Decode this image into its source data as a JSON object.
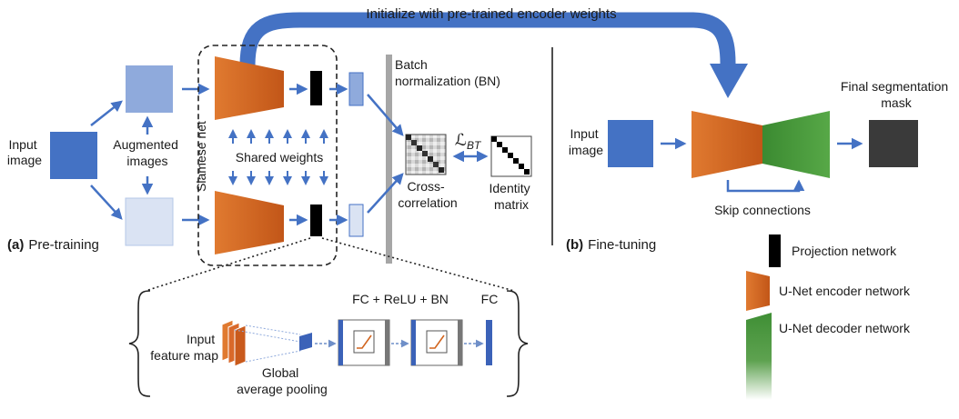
{
  "top_label": "Initialize with pre-trained encoder weights",
  "pretraining": {
    "input_image": [
      "Input",
      "image"
    ],
    "augmented_images": [
      "Augmented",
      "images"
    ],
    "siamese_net": "Siamese net",
    "shared_weights": "Shared weights",
    "batch_norm": [
      "Batch",
      "normalization (BN)"
    ],
    "loss_label": "ℒ",
    "loss_sub": "BT",
    "cross_correlation": [
      "Cross-",
      "correlation"
    ],
    "identity_matrix": [
      "Identity",
      "matrix"
    ],
    "panel_tag": "(a)",
    "panel_name": "Pre-training"
  },
  "projection_detail": {
    "input_feature_map": [
      "Input",
      "feature map"
    ],
    "global_pooling": [
      "Global",
      "average pooling"
    ],
    "fc_relu_bn": "FC + ReLU + BN",
    "fc": "FC"
  },
  "finetuning": {
    "input_image": [
      "Input",
      "image"
    ],
    "final_mask": [
      "Final segmentation",
      "mask"
    ],
    "skip_connections": "Skip connections",
    "panel_tag": "(b)",
    "panel_name": "Fine-tuning"
  },
  "legend": [
    {
      "label": "Projection network",
      "color": "#000000"
    },
    {
      "label": "U-Net encoder network",
      "color": "#d2651f"
    },
    {
      "label": "U-Net decoder network",
      "color": "#3f8f35"
    }
  ],
  "colors": {
    "arrow": "#4472c4",
    "input_blue": "#4472c4",
    "augmented_top": "#8faadc",
    "augmented_bottom": "#dae3f3",
    "encoder": "#d2651f",
    "decoder": "#3f8f35",
    "mask": "#3a3a3a",
    "bn_bar": "#a6a6a6"
  }
}
